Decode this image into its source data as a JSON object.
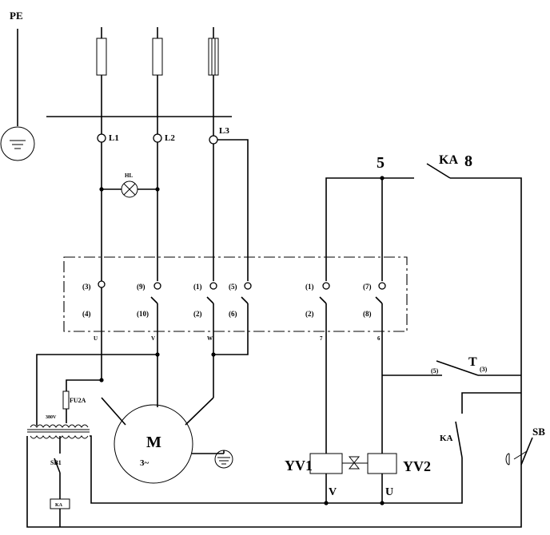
{
  "labels": {
    "pe": "PE",
    "l1": "L1",
    "l2": "L2",
    "l3": "L3",
    "hl": "HL",
    "node_5": "5",
    "ka_top": "KA",
    "node_8": "8",
    "t_contact": "T",
    "t_left": "(5)",
    "t_right": "(3)",
    "fu2a": "FU2A",
    "v380": "380V",
    "sb1": "SB1",
    "ka_coil": "KA",
    "motor": "M",
    "motor_sub": "3~",
    "ka_mid": "KA",
    "sb": "SB",
    "yv1": "YV1",
    "yv2": "YV2",
    "v_bottom": "V",
    "u_bottom": "U"
  },
  "terminals": {
    "top": [
      "(3)",
      "(9)",
      "(1)",
      "(5)",
      "(1)",
      "(7)"
    ],
    "bottom": [
      "(4)",
      "(10)",
      "(2)",
      "(6)",
      "(2)",
      "(8)"
    ],
    "below": [
      "U",
      "V",
      "W",
      "7",
      "6"
    ]
  }
}
